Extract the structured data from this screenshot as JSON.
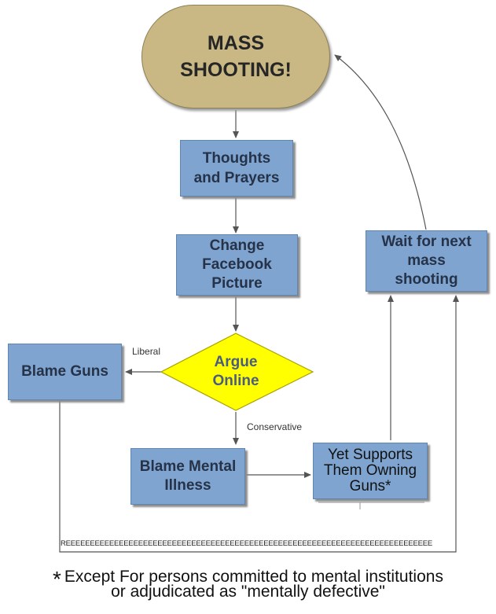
{
  "diagram": {
    "nodes": {
      "mass_shooting": "MASS\nSHOOTING!",
      "thoughts_prayers": "Thoughts\nand Prayers",
      "change_facebook": "Change\nFacebook\nPicture",
      "argue_online": "Argue\nOnline",
      "blame_guns": "Blame Guns",
      "blame_mental": "Blame Mental\nIllness",
      "yet_supports": "Yet Supports\nThem Owning\nGuns*",
      "wait_next": "Wait for next\nmass\nshooting"
    },
    "edge_labels": {
      "liberal": "Liberal",
      "conservative": "Conservative"
    },
    "ticker": "REEEEEEEEEEEEEEEEEEEEEEEEEEEEEEEEEEEEEEEEEEEEEEEEEEEEEEEEEEEEEEEEEEEEEEEEEEEE"
  },
  "footnote": {
    "marker": "*",
    "line1": "Except For persons committed to mental institutions",
    "line2": "or adjudicated as \"mentally defective\""
  },
  "colors": {
    "box_fill": "#7ea4cf",
    "terminal_fill": "#c9b884",
    "decision_fill": "#ffff00",
    "arrow": "#555555"
  }
}
